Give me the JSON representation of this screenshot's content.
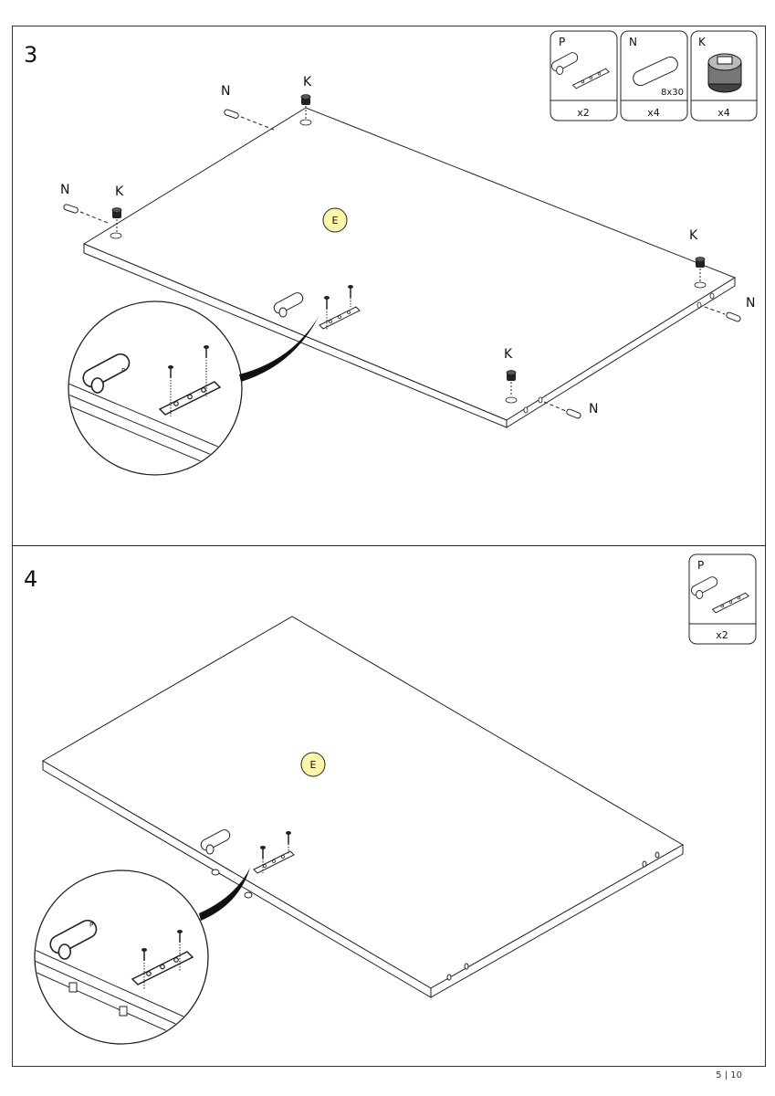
{
  "page": {
    "number": "5 | 10"
  },
  "steps": [
    {
      "number": "3",
      "panel_label": "E",
      "parts": [
        {
          "letter": "P",
          "qty": "x2",
          "size": "",
          "icon": "push-latch-icon"
        },
        {
          "letter": "N",
          "qty": "x4",
          "size": "8x30",
          "icon": "wood-dowel-icon"
        },
        {
          "letter": "K",
          "qty": "x4",
          "size": "",
          "icon": "cam-lock-icon"
        }
      ],
      "callouts": {
        "n": "N",
        "k": "K",
        "p": "P"
      }
    },
    {
      "number": "4",
      "panel_label": "E",
      "parts": [
        {
          "letter": "P",
          "qty": "x2",
          "size": "",
          "icon": "push-latch-icon"
        }
      ],
      "callouts": {
        "p": "P"
      }
    }
  ]
}
